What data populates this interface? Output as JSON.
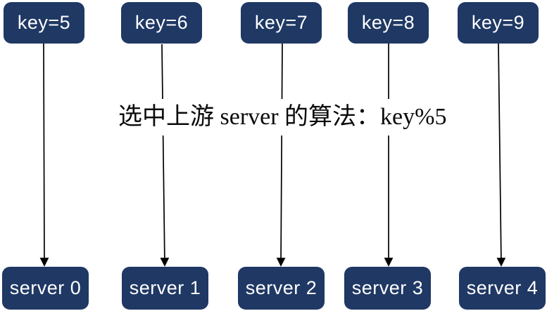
{
  "diagram": {
    "title": "选中上游 server 的算法：key%5",
    "keys": [
      {
        "label": "key=5"
      },
      {
        "label": "key=6"
      },
      {
        "label": "key=7"
      },
      {
        "label": "key=8"
      },
      {
        "label": "key=9"
      }
    ],
    "servers": [
      {
        "label": "server 0"
      },
      {
        "label": "server 1"
      },
      {
        "label": "server 2"
      },
      {
        "label": "server 3"
      },
      {
        "label": "server 4"
      }
    ],
    "connections": [
      {
        "from": "key=5",
        "to": "server 0"
      },
      {
        "from": "key=6",
        "to": "server 1"
      },
      {
        "from": "key=7",
        "to": "server 2"
      },
      {
        "from": "key=8",
        "to": "server 3"
      },
      {
        "from": "key=9",
        "to": "server 4"
      }
    ],
    "colors": {
      "box_fill": "#1F3864",
      "box_text": "#FFFFFF",
      "arrow": "#000000",
      "background": "#FFFFFF",
      "title_text": "#0A0A0A"
    }
  }
}
